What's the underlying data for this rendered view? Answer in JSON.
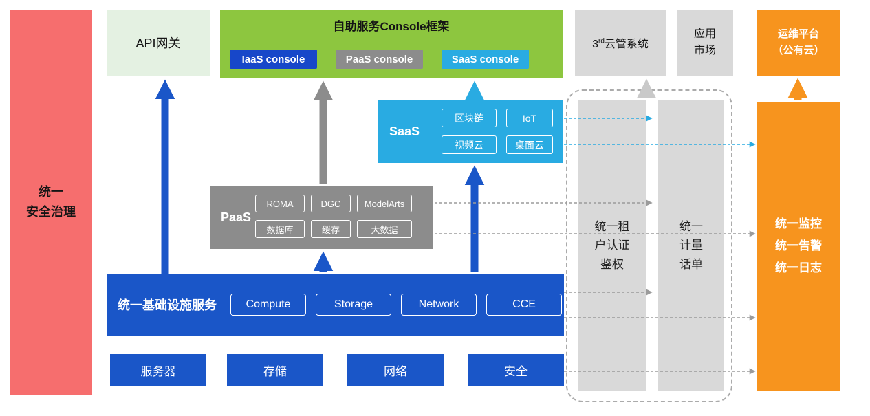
{
  "left_bar": {
    "label": "统一\n安全治理"
  },
  "api_gateway": {
    "label": "API网关"
  },
  "console": {
    "title": "自助服务Console框架",
    "iaas": "IaaS console",
    "paas": "PaaS console",
    "saas": "SaaS console"
  },
  "third_cloud": {
    "num": "3",
    "sup": "rd",
    "text": "云管系统"
  },
  "app_market": {
    "label": "应用\n市场"
  },
  "ops_platform": {
    "label": "运维平台\n（公有云）"
  },
  "saas": {
    "label": "SaaS",
    "items": [
      "区块链",
      "IoT",
      "视频云",
      "桌面云"
    ]
  },
  "paas": {
    "label": "PaaS",
    "items": [
      "ROMA",
      "DGC",
      "ModelArts",
      "数据库",
      "缓存",
      "大数据"
    ]
  },
  "infra": {
    "label": "统一基础设施服务",
    "items": [
      "Compute",
      "Storage",
      "Network",
      "CCE"
    ]
  },
  "resources": {
    "items": [
      "服务器",
      "存储",
      "网络",
      "安全"
    ]
  },
  "auth_bar": {
    "label": "统一租\n户认证\n鉴权"
  },
  "billing_bar": {
    "label": "统一\n计量\n话单"
  },
  "monitor_bar": {
    "label": "统一监控\n统一告警\n统一日志"
  },
  "colors": {
    "red": "#F66E6E",
    "light_green": "#E4F1E2",
    "green": "#8DC63F",
    "blue": "#1A56C8",
    "iaas_blue": "#1747C9",
    "gray": "#8C8C8C",
    "light_gray": "#D9D9D9",
    "cyan": "#29ABE2",
    "orange": "#F7941E",
    "dashed_border": "#ABABAB"
  }
}
